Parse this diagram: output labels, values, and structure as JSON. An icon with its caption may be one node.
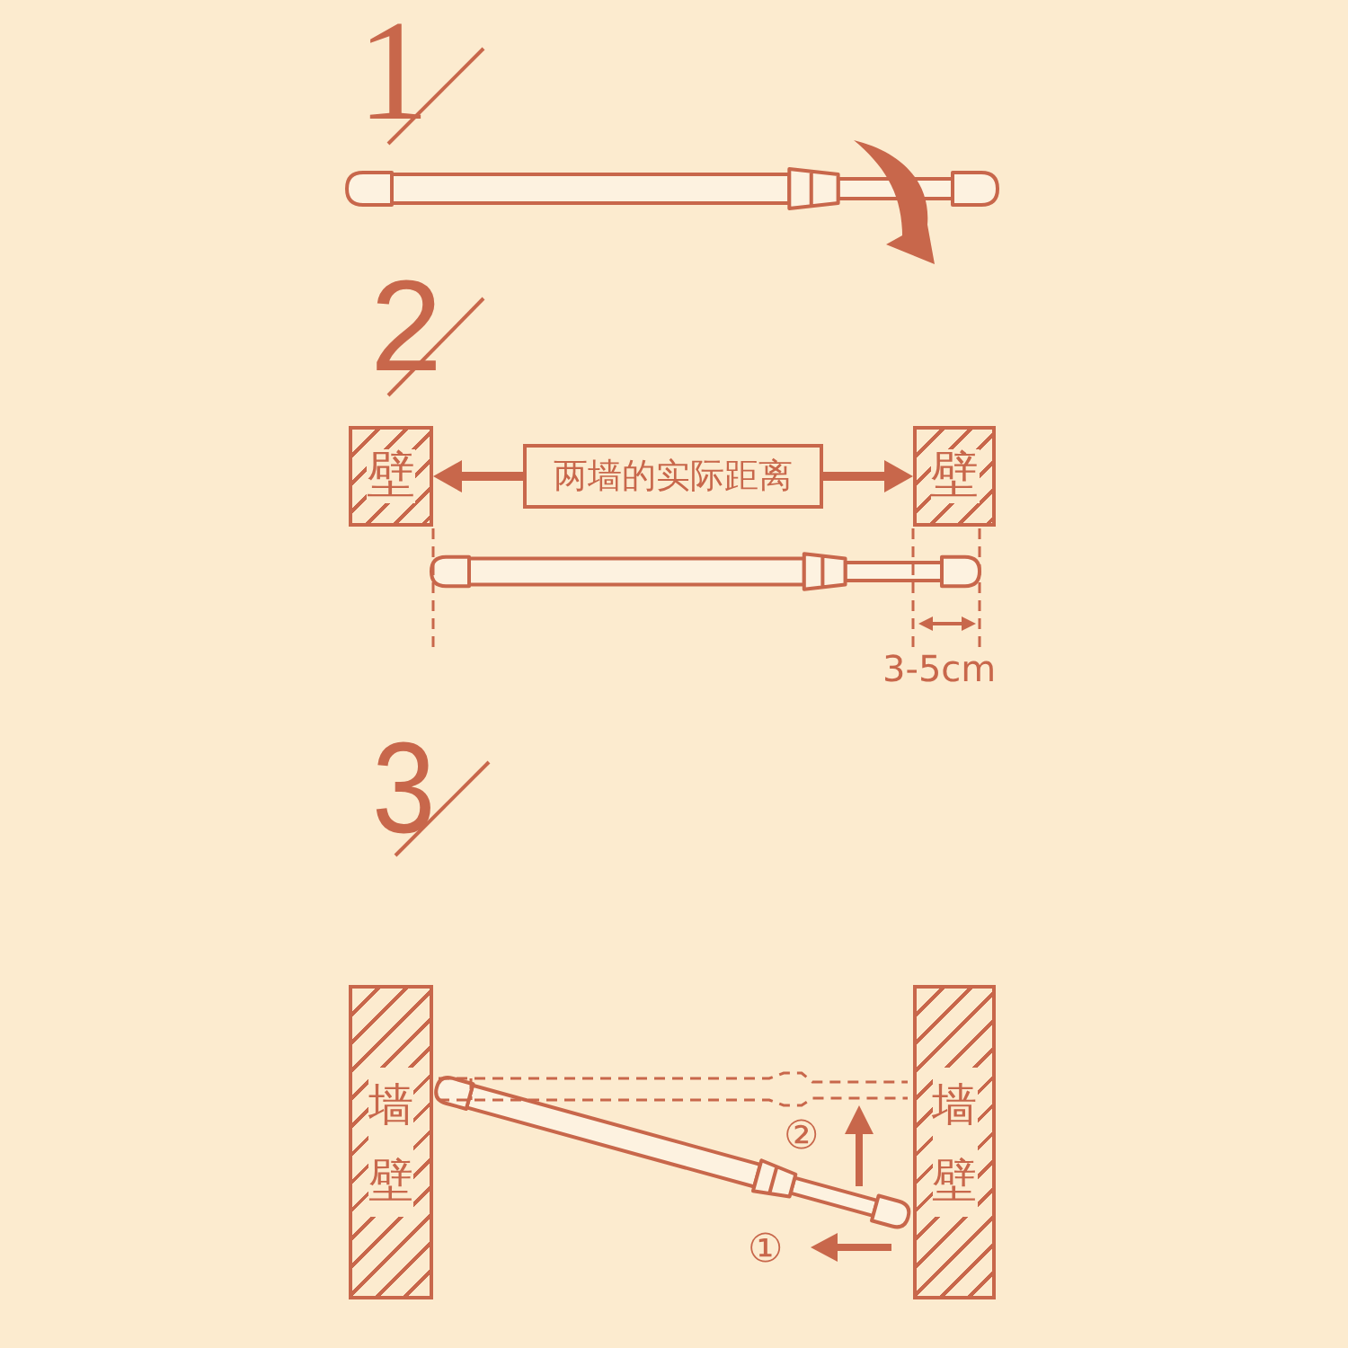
{
  "diagram": {
    "nodes": [
      {
        "text": [
          "壁"
        ]
      },
      {
        "text": [
          "两墙的实际距离"
        ]
      },
      {
        "text": [
          "壁"
        ]
      },
      {
        "text": [
          "墙壁"
        ]
      },
      {
        "text": [
          "墙壁"
        ]
      }
    ],
    "edges": [
      {
        "from": 1,
        "to": 0,
        "arrow": "to"
      },
      {
        "from": 1,
        "to": 2,
        "arrow": "to"
      }
    ],
    "labels": [
      "1",
      "2",
      "3-5cm",
      "3",
      "②",
      "①"
    ]
  }
}
